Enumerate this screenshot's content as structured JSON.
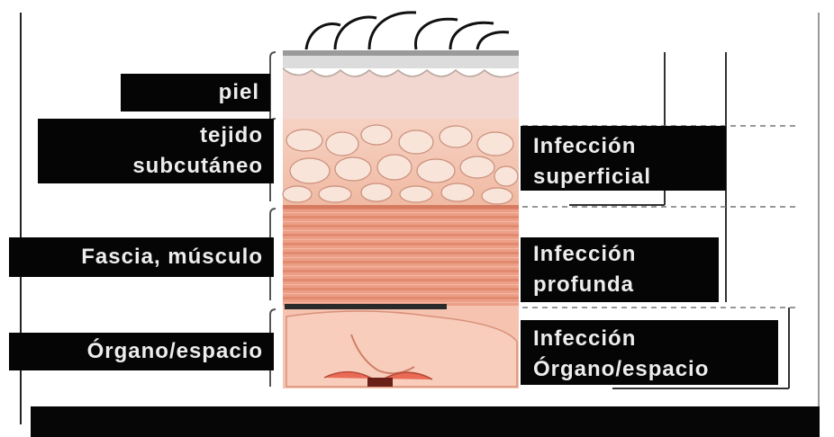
{
  "labels_left": {
    "piel": "piel",
    "tejido_line1": "tejido",
    "tejido_line2": "subcutáneo",
    "fascia": "Fascia, músculo",
    "organo": "Órgano/espacio"
  },
  "labels_right": {
    "superficial_line1": "Infección",
    "superficial_line2": "superficial",
    "profunda_line1": "Infección",
    "profunda_line2": "profunda",
    "organo_line1": "Infección",
    "organo_line2": "Órgano/espacio"
  },
  "caption": "",
  "colors": {
    "label_background": "#050505",
    "label_text": "#ededed",
    "skin": "#f1d7cf",
    "subcutaneous": "#f3c5b3",
    "muscle": "#ea9c82",
    "organ": "#f5b49e"
  }
}
